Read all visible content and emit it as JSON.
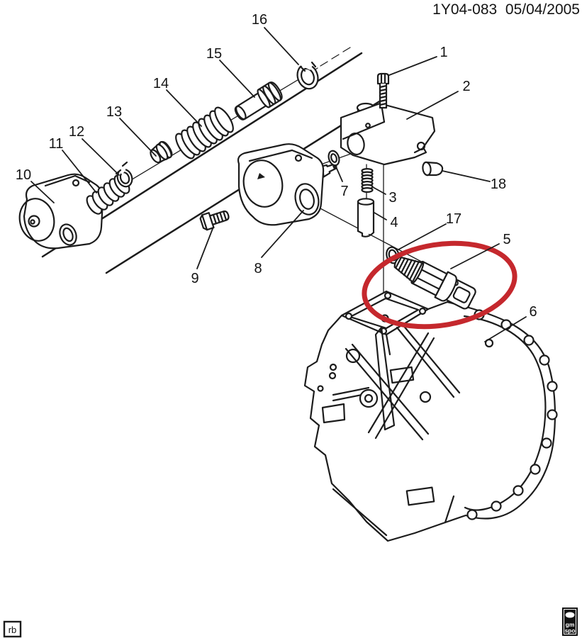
{
  "doc": {
    "header_code": "1Y04-083  05/04/2005",
    "corner_left_mark": "rb",
    "logo": {
      "line1": "gm",
      "line2": "spo"
    }
  },
  "callouts": [
    "1",
    "2",
    "3",
    "4",
    "5",
    "6",
    "7",
    "8",
    "9",
    "10",
    "11",
    "12",
    "13",
    "14",
    "15",
    "16",
    "17",
    "18"
  ],
  "highlighted_callout": "5",
  "colors": {
    "highlight_red": "#C5282D",
    "line_black": "#1c1c1c",
    "paper": "#ffffff"
  }
}
